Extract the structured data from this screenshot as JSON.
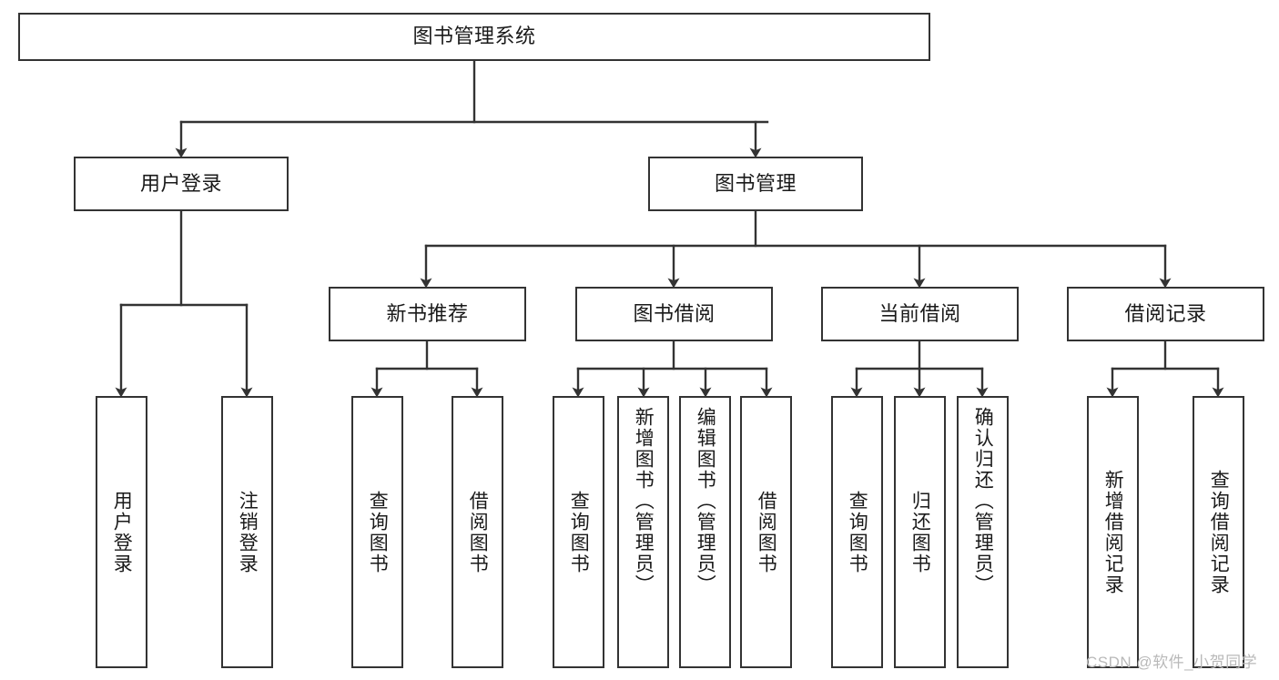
{
  "diagram": {
    "title": "图书管理系统",
    "watermark": "CSDN @软件_小贺同学",
    "nodes": {
      "root": {
        "label": "图书管理系统"
      },
      "level2": [
        {
          "id": "user-login",
          "label": "用户登录"
        },
        {
          "id": "book-management",
          "label": "图书管理"
        }
      ],
      "level3": [
        {
          "id": "new-book-recommend",
          "label": "新书推荐"
        },
        {
          "id": "book-borrow",
          "label": "图书借阅"
        },
        {
          "id": "current-borrow",
          "label": "当前借阅"
        },
        {
          "id": "borrow-record",
          "label": "借阅记录"
        }
      ],
      "leaves": {
        "user-login": [
          {
            "id": "leaf-user-login",
            "label": "用户登录"
          },
          {
            "id": "leaf-logout",
            "label": "注销登录"
          }
        ],
        "new-book-recommend": [
          {
            "id": "leaf-query-book-1",
            "label": "查询图书"
          },
          {
            "id": "leaf-borrow-book-1",
            "label": "借阅图书"
          }
        ],
        "book-borrow": [
          {
            "id": "leaf-query-book-2",
            "label": "查询图书"
          },
          {
            "id": "leaf-add-book",
            "label": "新增图书（管理员）"
          },
          {
            "id": "leaf-edit-book",
            "label": "编辑图书（管理员）"
          },
          {
            "id": "leaf-borrow-book-2",
            "label": "借阅图书"
          }
        ],
        "current-borrow": [
          {
            "id": "leaf-query-book-3",
            "label": "查询图书"
          },
          {
            "id": "leaf-return-book",
            "label": "归还图书"
          },
          {
            "id": "leaf-confirm-return",
            "label": "确认归还（管理员）"
          }
        ],
        "borrow-record": [
          {
            "id": "leaf-add-record",
            "label": "新增借阅记录"
          },
          {
            "id": "leaf-query-record",
            "label": "查询借阅记录"
          }
        ]
      }
    },
    "colors": {
      "border": "#333333",
      "text": "#1a1a1a",
      "background": "#ffffff",
      "watermark": "#b9b9b9"
    }
  }
}
